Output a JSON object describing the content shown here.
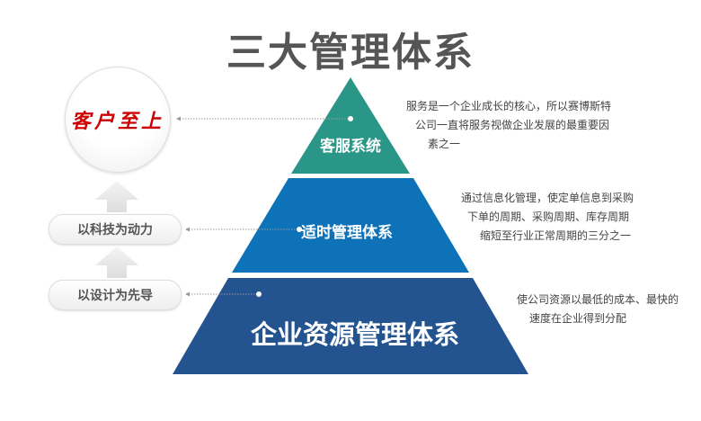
{
  "title": "三大管理体系",
  "left": {
    "circle_label": "客户至上",
    "pills": [
      "以科技为动力",
      "以设计为先导"
    ]
  },
  "pyramid": {
    "tiers": [
      {
        "label": "客服系统",
        "color": "#2a9688",
        "description": [
          "服务是一个企业成长的核心，所以赛博斯特",
          "公司一直将服务视做企业发展的最重要因",
          "素之一"
        ]
      },
      {
        "label": "适时管理体系",
        "color": "#0e72b8",
        "description": [
          "通过信息化管理，使定单信息到采购",
          "下单的周期、采购周期、库存周期",
          "缩短至行业正常周期的三分之一"
        ]
      },
      {
        "label": "企业资源管理体系",
        "color": "#24548f",
        "description": [
          "使公司资源以最低的成本、最快的",
          "速度在企业得到分配"
        ]
      }
    ]
  }
}
